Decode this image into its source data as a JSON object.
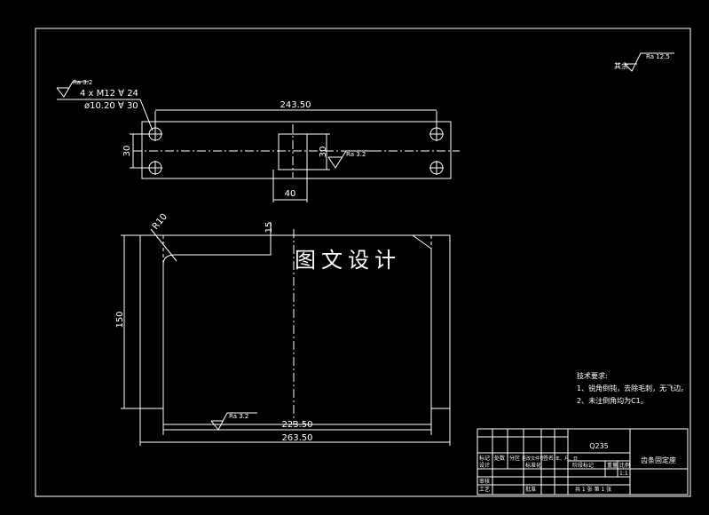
{
  "top_view": {
    "thread_spec": "4 x M12 ∀ 24",
    "drill_spec": "ø10.20 ∀ 30",
    "roughness_1": "Ra 3.2",
    "length_dim": "243.50",
    "height_dim": "30",
    "slot_height_dim": "30",
    "slot_width_dim": "40",
    "roughness_2": "Ra 3.2"
  },
  "front_view": {
    "radius_dim": "R10",
    "step_dim": "15",
    "height_dim": "150",
    "inner_length_dim": "223.50",
    "outer_length_dim": "263.50",
    "roughness_3": "Ra 3.2"
  },
  "corner_roughness": {
    "label": "其余",
    "value": "Ra 12.5"
  },
  "watermark": "图文设计",
  "tech_requirements": {
    "title": "技术要求:",
    "item1": "1、锐角倒钝，去除毛刺，无飞边。",
    "item2": "2、未注倒角均为C1。"
  },
  "title_block": {
    "material": "Q235",
    "part_name": "齿条固定座",
    "row1_labels": [
      "标记",
      "处数",
      "分区",
      "更改文件号",
      "签名",
      "年、月、日"
    ],
    "design_label": "设计",
    "standard_label": "标准化",
    "stage_labels": [
      "阶段标记",
      "重量",
      "比例"
    ],
    "scale": "1:1",
    "review_label": "审核",
    "process_label": "工艺",
    "approve_label": "批准",
    "sheet_info": "共 1 张   第 1 张"
  }
}
